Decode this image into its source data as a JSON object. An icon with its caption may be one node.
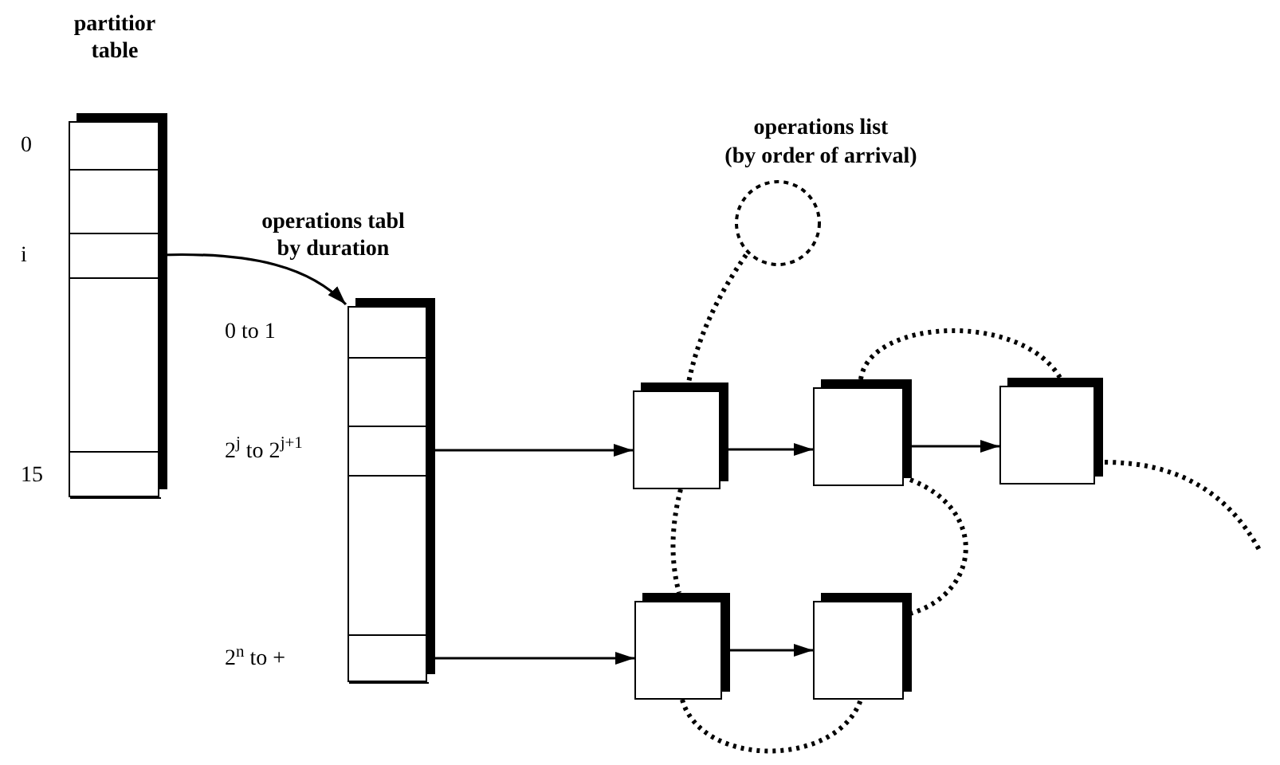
{
  "diagram": {
    "nodes": [
      {
        "text": [
          "partitior table"
        ]
      },
      {
        "text": [],
        "shape": "box",
        "in": 0,
        "beside": [
          "0"
        ]
      },
      {
        "text": [],
        "shape": "box",
        "in": 0
      },
      {
        "text": [],
        "shape": "box",
        "in": 0,
        "beside": [
          "i"
        ]
      },
      {
        "text": [],
        "shape": "box",
        "in": 0
      },
      {
        "text": [],
        "shape": "box",
        "in": 0,
        "beside": [
          "15"
        ]
      },
      {
        "text": [
          "operations tabl by duration"
        ]
      },
      {
        "text": [],
        "shape": "box",
        "in": 6,
        "beside": [
          "0 to 1"
        ]
      },
      {
        "text": [],
        "shape": "box",
        "in": 6
      },
      {
        "text": [],
        "shape": "box",
        "in": 6,
        "beside": [
          "2$^{j}$ to 2$^{j+1}$"
        ]
      },
      {
        "text": [],
        "shape": "box",
        "in": 6
      },
      {
        "text": [],
        "shape": "box",
        "in": 6,
        "beside": [
          "2$^{n}$ to +"
        ]
      },
      {
        "text": [],
        "shape": "circle"
      },
      {
        "text": [],
        "shape": "box"
      },
      {
        "text": [],
        "shape": "box"
      },
      {
        "text": [],
        "shape": "box"
      },
      {
        "text": [],
        "shape": "box"
      },
      {
        "text": [],
        "shape": "box"
      }
    ],
    "edges": [
      {
        "from": 3,
        "to": 6,
        "arrow": "to"
      },
      {
        "from": 9,
        "to": 13,
        "arrow": "to"
      },
      {
        "from": 11,
        "to": 16,
        "arrow": "to"
      },
      {
        "from": 12,
        "to": 13,
        "arrow": "none",
        "style": "dashed"
      },
      {
        "from": 13,
        "to": 14,
        "arrow": "to"
      },
      {
        "from": 14,
        "to": 15,
        "arrow": "to"
      },
      {
        "from": 14,
        "to": 15,
        "arrow": "none",
        "style": "dashed"
      },
      {
        "from": 13,
        "to": 16,
        "arrow": "none",
        "style": "dashed"
      },
      {
        "from": 14,
        "to": 17,
        "arrow": "none",
        "style": "dashed"
      },
      {
        "from": 15,
        "to": null,
        "arrow": "none",
        "style": "dashed"
      },
      {
        "from": 16,
        "to": 17,
        "arrow": "none",
        "style": "dashed"
      },
      {
        "from": 16,
        "to": 17,
        "arrow": "to"
      }
    ],
    "labels": [
      "operations list",
      "(by order of arrival)"
    ]
  }
}
